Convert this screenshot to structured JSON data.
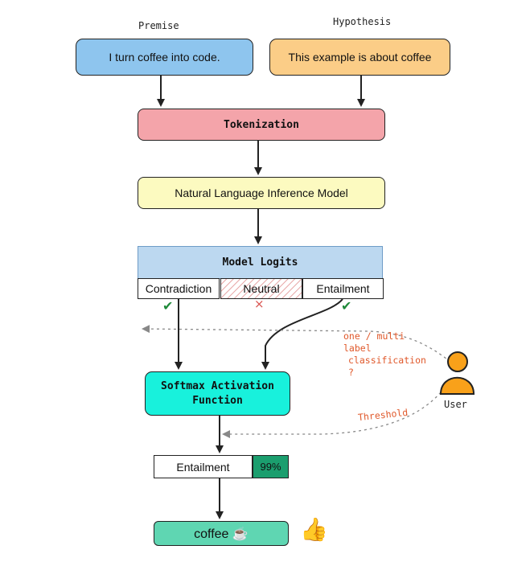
{
  "labels": {
    "premise_heading": "Premise",
    "hypothesis_heading": "Hypothesis",
    "user": "User"
  },
  "boxes": {
    "premise": "I turn coffee into code.",
    "hypothesis": "This example is about coffee",
    "tokenization": "Tokenization",
    "nli_model": "Natural Language Inference Model",
    "model_logits": "Model Logits",
    "softmax": "Softmax Activation Function",
    "result_label": "Entailment",
    "result_score": "99%",
    "output": "coffee ☕"
  },
  "logits": {
    "contradiction": "Contradiction",
    "neutral": "Neutral",
    "entailment": "Entailment"
  },
  "annotations": {
    "classification_line1": "one / multi label",
    "classification_line2": "classification ?",
    "threshold": "Threshold"
  },
  "icons": {
    "check": "✔",
    "cross": "×",
    "thumbs_up": "👍"
  },
  "colors": {
    "premise": "#8ec5ee",
    "hypothesis": "#fbcd87",
    "tokenization": "#f4a4aa",
    "nli_model": "#fcfac0",
    "model_logits": "#bcd8f0",
    "softmax": "#18f1dc",
    "result_score": "#1b9e6e",
    "output": "#5fd6b2",
    "user": "#f9a11a",
    "annotation": "#e0582a",
    "check": "#1f8a3a"
  }
}
